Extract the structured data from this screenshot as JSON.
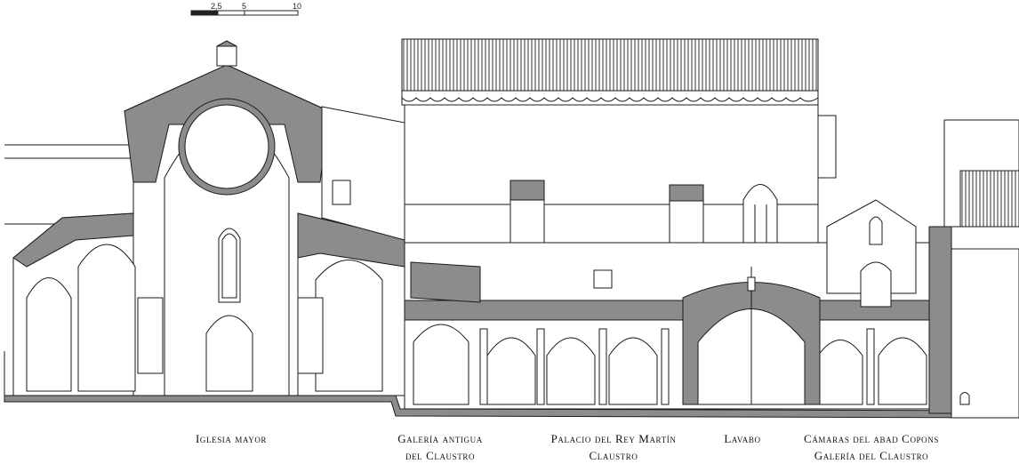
{
  "scale_bar": {
    "labels": [
      "2,5",
      "5",
      "10"
    ]
  },
  "captions": [
    {
      "lines": [
        "Iglesia mayor"
      ]
    },
    {
      "lines": [
        "Galería antigua",
        "del Claustro"
      ]
    },
    {
      "lines": [
        "Palacio del Rey Martín",
        "Claustro"
      ]
    },
    {
      "lines": [
        "Lavabo"
      ]
    },
    {
      "lines": [
        "Cámaras del abad Copons",
        "Galería del Claustro"
      ]
    }
  ],
  "colors": {
    "ink": "#1a1a1a",
    "section_fill": "#8c8c8c",
    "paper": "#ffffff"
  }
}
